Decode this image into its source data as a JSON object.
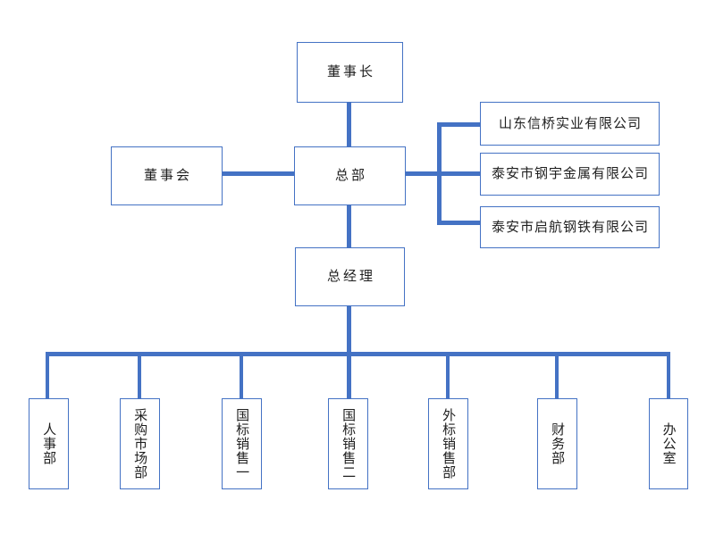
{
  "diagram": {
    "type": "org-chart",
    "nodes": {
      "chairman": "董事长",
      "board": "董事会",
      "headquarters": "总部",
      "general_manager": "总经理"
    },
    "affiliates": [
      "山东信桥实业有限公司",
      "泰安市钢宇金属有限公司",
      "泰安市启航钢铁有限公司"
    ],
    "departments": [
      "人事部",
      "采购市场部",
      "国标销售一",
      "国标销售二",
      "外标销售部",
      "财务部",
      "办公室"
    ],
    "colors": {
      "box_border": "#4472c4",
      "connector": "#4472c4",
      "text": "#1f1f1f",
      "background": "#ffffff"
    }
  }
}
